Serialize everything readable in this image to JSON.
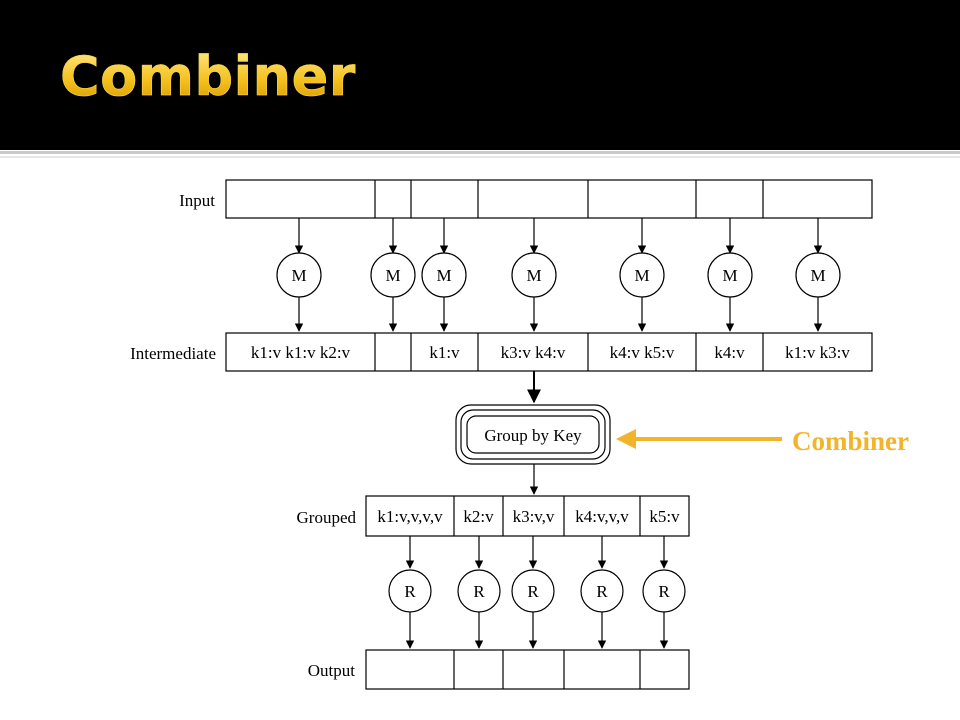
{
  "title": "Combiner",
  "diagram": {
    "row_labels": {
      "input": "Input",
      "intermediate": "Intermediate",
      "grouped": "Grouped",
      "output": "Output"
    },
    "map_label": "M",
    "reduce_label": "R",
    "intermediate_cells": [
      "k1:v k1:v k2:v",
      "",
      "k1:v",
      "k3:v k4:v",
      "k4:v k5:v",
      "k4:v",
      "k1:v k3:v"
    ],
    "group_box": "Group by Key",
    "grouped_cells": [
      "k1:v,v,v,v",
      "k2:v",
      "k3:v,v",
      "k4:v,v,v",
      "k5:v"
    ],
    "annotation": "Combiner",
    "colors": {
      "title": "#f4c21f",
      "annotation": "#f2b42a",
      "background_header": "#000000"
    }
  }
}
